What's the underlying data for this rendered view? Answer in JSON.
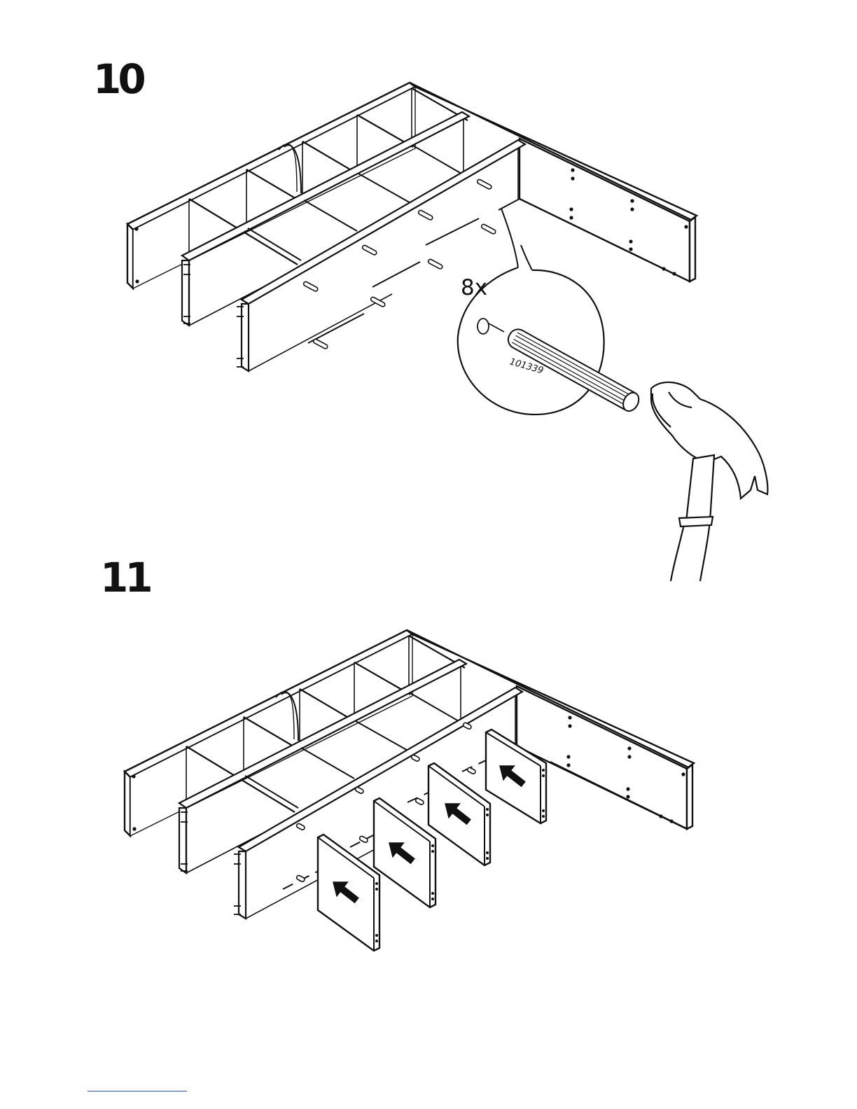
{
  "steps": [
    {
      "number": "10",
      "callout": {
        "quantity": "8x",
        "part_number": "101339"
      }
    },
    {
      "number": "11"
    }
  ],
  "colors": {
    "line": "#111111",
    "background": "#ffffff",
    "footer_rule": "#2b4fd6",
    "hammer_fill": "#ffffff"
  },
  "icons": [
    "wooden-dowel-icon",
    "hammer-icon",
    "insert-arrow-icon"
  ]
}
